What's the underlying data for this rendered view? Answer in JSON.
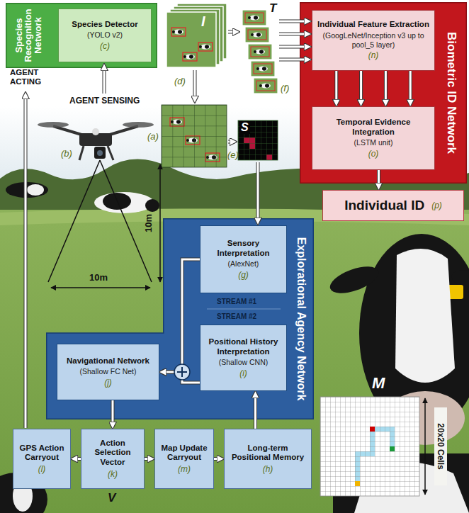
{
  "diagram": {
    "nodes": [
      {
        "text": [
          "Species Recognition Network"
        ]
      },
      {
        "text": [
          "Species Detector",
          "(YOLO v2)",
          "(c)"
        ],
        "in": 0
      },
      {
        "text": [
          "Biometric ID Network"
        ]
      },
      {
        "text": [
          "Individual Feature Extraction",
          "(GoogLeNet/Inception v3 up to pool_5 layer)",
          "(n)"
        ],
        "in": 2
      },
      {
        "text": [
          "Temporal Evidence Integration",
          "(LSTM unit)",
          "(o)"
        ],
        "in": 2
      },
      {
        "text": [
          "Individual ID",
          "(p)"
        ]
      },
      {
        "text": [
          "Explorational Agency Network"
        ]
      },
      {
        "text": [
          "Sensory Interpretation",
          "(AlexNet)",
          "(g)"
        ],
        "in": 6
      },
      {
        "text": [
          "Navigational Network",
          "(Shallow FC Net)",
          "(j)"
        ],
        "in": 6
      },
      {
        "text": [
          "Positional History Interpretation",
          "(Shallow CNN)",
          "(i)"
        ],
        "in": 6
      },
      {
        "text": [
          "GPS Action Carryout",
          "(l)"
        ]
      },
      {
        "text": [
          "Action Selection Vector",
          "(k)"
        ]
      },
      {
        "text": [
          "Map Update Carryout",
          "(m)"
        ]
      },
      {
        "text": [
          "Long-term Positional Memory",
          "(h)"
        ]
      }
    ],
    "edges": [
      {
        "from": 3,
        "to": 4,
        "arrow": "to"
      },
      {
        "from": 3,
        "to": 4,
        "arrow": "to"
      },
      {
        "from": 3,
        "to": 4,
        "arrow": "to"
      },
      {
        "from": 3,
        "to": 4,
        "arrow": "to"
      },
      {
        "from": 4,
        "to": 5,
        "arrow": "to"
      },
      {
        "from": 7,
        "to": 8,
        "arrow": "to"
      },
      {
        "from": 9,
        "to": 8,
        "arrow": "to"
      },
      {
        "from": 8,
        "to": 11,
        "arrow": "to"
      },
      {
        "from": 11,
        "to": 10,
        "arrow": "to"
      },
      {
        "from": 11,
        "to": 12,
        "arrow": "to"
      },
      {
        "from": 12,
        "to": 13,
        "arrow": "to"
      },
      {
        "from": 13,
        "to": 9,
        "arrow": "to"
      }
    ],
    "labels": [
      "AGENT SENSING",
      "AGENT ACTING",
      "(a)",
      "(b)",
      "10m",
      "10m",
      "I",
      "(d)",
      "(e)",
      "S",
      "T",
      "(f)",
      "STREAM #1",
      "STREAM #2",
      "V",
      "M",
      "20x20 Cells"
    ]
  }
}
